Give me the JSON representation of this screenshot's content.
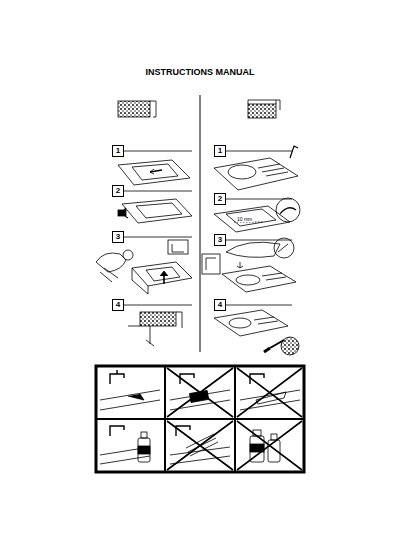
{
  "diagram": {
    "title": "INSTRUCTIONS MANUAL",
    "nodes": [
      {
        "text": [
          "1"
        ]
      },
      {
        "text": [
          "2"
        ]
      },
      {
        "text": [
          "3"
        ]
      },
      {
        "text": [
          "4"
        ]
      },
      {
        "text": [
          "1"
        ]
      },
      {
        "text": [
          "2"
        ]
      },
      {
        "text": [
          "3"
        ]
      },
      {
        "text": [
          "4"
        ]
      }
    ],
    "labels": [
      "10 mm"
    ]
  }
}
